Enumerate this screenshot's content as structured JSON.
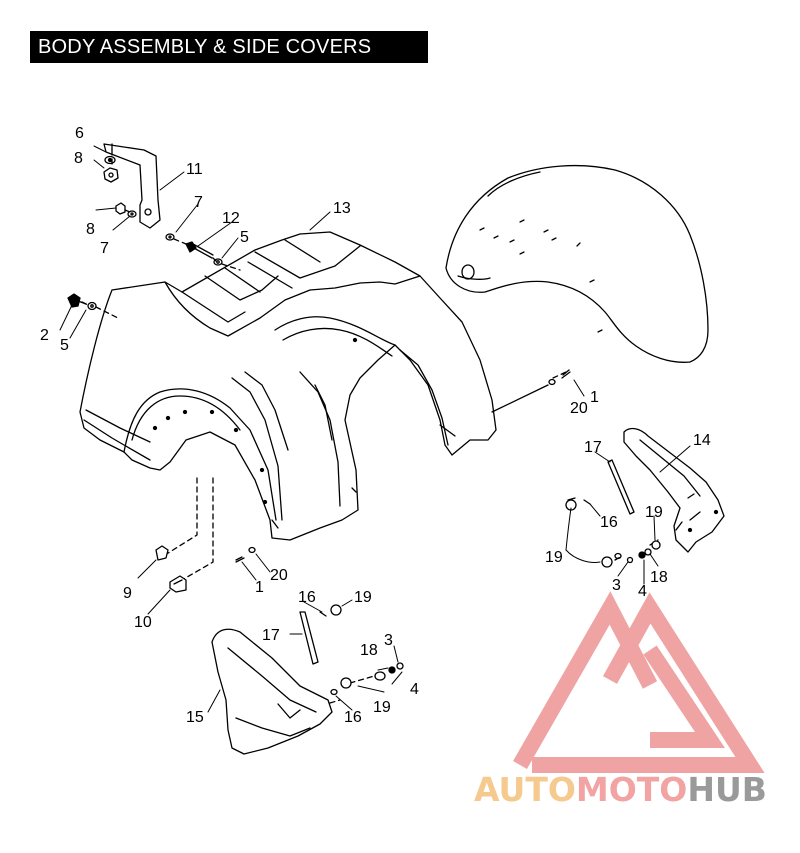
{
  "title": "BODY ASSEMBLY & SIDE COVERS",
  "callouts": {
    "c1a": "1",
    "c1b": "1",
    "c2": "2",
    "c3a": "3",
    "c3b": "3",
    "c4a": "4",
    "c4b": "4",
    "c5a": "5",
    "c5b": "5",
    "c6": "6",
    "c7a": "7",
    "c7b": "7",
    "c8a": "8",
    "c8b": "8",
    "c9": "9",
    "c10": "10",
    "c11": "11",
    "c12": "12",
    "c13": "13",
    "c14": "14",
    "c15": "15",
    "c16a": "16",
    "c16b": "16",
    "c16c": "16",
    "c17a": "17",
    "c17b": "17",
    "c18a": "18",
    "c18b": "18",
    "c19a": "19",
    "c19b": "19",
    "c19c": "19",
    "c19d": "19",
    "c20a": "20",
    "c20b": "20"
  },
  "watermark": {
    "part1": "AUTO",
    "part2": "MOTO",
    "part3": "HUB"
  },
  "colors": {
    "watermark_red": "#f0a3a3",
    "watermark_orange": "#f6c98e",
    "watermark_gray": "#9a9a9a",
    "line": "#000000"
  }
}
